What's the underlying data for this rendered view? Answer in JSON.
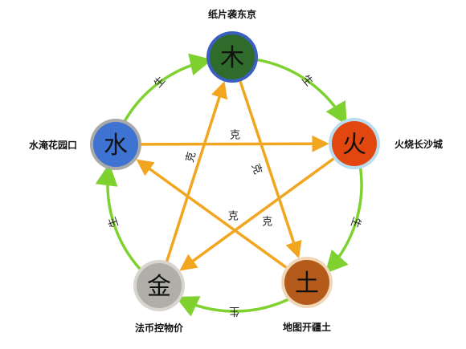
{
  "nodes": [
    {
      "id": "wood",
      "label": "纸片袭东京",
      "glyph": "木",
      "fill": "#2f6b2a",
      "ring": "#3a5fc0"
    },
    {
      "id": "fire",
      "label": "火烧长沙城",
      "glyph": "火",
      "fill": "#e2470f",
      "ring": "#b9dcef"
    },
    {
      "id": "earth",
      "label": "地图开疆土",
      "glyph": "土",
      "fill": "#b45b1c",
      "ring": "#f0d7b8"
    },
    {
      "id": "metal",
      "label": "法币控物价",
      "glyph": "金",
      "fill": "#b0aea8",
      "ring": "#d8d5cf"
    },
    {
      "id": "water",
      "label": "水淹花园口",
      "glyph": "水",
      "fill": "#3f73d2",
      "ring": "#a9a9a9"
    }
  ],
  "relations": {
    "generate": {
      "label": "生",
      "color": "#7ed12e"
    },
    "overcome": {
      "label": "克",
      "color": "#f2a51e"
    }
  }
}
